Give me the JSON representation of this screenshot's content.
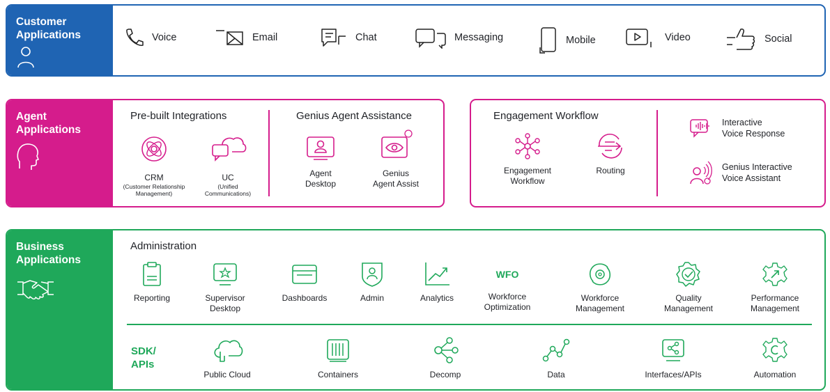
{
  "customer": {
    "title": "Customer\nApplications",
    "channels": [
      {
        "label": "Voice",
        "icon": "phone-icon"
      },
      {
        "label": "Email",
        "icon": "email-icon"
      },
      {
        "label": "Chat",
        "icon": "chat-icon"
      },
      {
        "label": "Messaging",
        "icon": "messaging-icon"
      },
      {
        "label": "Mobile",
        "icon": "mobile-icon"
      },
      {
        "label": "Video",
        "icon": "video-icon"
      },
      {
        "label": "Social",
        "icon": "thumbs-up-icon"
      }
    ]
  },
  "agent": {
    "title": "Agent\nApplications",
    "prebuilt": {
      "title": "Pre-built Integrations",
      "items": [
        {
          "label": "CRM",
          "sub": "(Customer Relationship\nManagement)",
          "icon": "crm-icon"
        },
        {
          "label": "UC",
          "sub": "(Unified\nCommunications)",
          "icon": "cloud-chat-icon"
        }
      ]
    },
    "assistance": {
      "title": "Genius Agent Assistance",
      "items": [
        {
          "label": "Agent\nDesktop",
          "icon": "agent-desktop-icon"
        },
        {
          "label": "Genius\nAgent Assist",
          "icon": "eye-screen-icon"
        }
      ]
    },
    "workflow": {
      "title": "Engagement Workflow",
      "items": [
        {
          "label": "Engagement\nWorkflow",
          "icon": "network-icon"
        },
        {
          "label": "Routing",
          "icon": "routing-icon"
        }
      ]
    },
    "ivr": [
      {
        "label": "Interactive\nVoice Response",
        "icon": "ivr-icon"
      },
      {
        "label": "Genius Interactive\nVoice Assistant",
        "icon": "voice-assistant-icon"
      }
    ]
  },
  "business": {
    "title": "Business\nApplications",
    "admin_title": "Administration",
    "admin": [
      {
        "label": "Reporting",
        "icon": "clipboard-icon"
      },
      {
        "label": "Supervisor\nDesktop",
        "icon": "supervisor-desktop-icon"
      },
      {
        "label": "Dashboards",
        "icon": "dashboard-icon"
      },
      {
        "label": "Admin",
        "icon": "admin-shield-icon"
      },
      {
        "label": "Analytics",
        "icon": "analytics-icon"
      },
      {
        "label": "Workforce\nOptimization",
        "icon": "wfo-text",
        "badge": "WFO"
      },
      {
        "label": "Workforce\nManagement",
        "icon": "gear-cycle-icon"
      },
      {
        "label": "Quality\nManagement",
        "icon": "quality-badge-icon"
      },
      {
        "label": "Performance\nManagement",
        "icon": "performance-gear-icon"
      }
    ],
    "sdk_title": "SDK/\nAPIs",
    "sdk": [
      {
        "label": "Public Cloud",
        "icon": "cloud-icon"
      },
      {
        "label": "Containers",
        "icon": "container-icon"
      },
      {
        "label": "Decomp",
        "icon": "decomp-icon"
      },
      {
        "label": "Data",
        "icon": "data-icon"
      },
      {
        "label": "Interfaces/APIs",
        "icon": "interfaces-icon"
      },
      {
        "label": "Automation",
        "icon": "automation-gear-icon"
      }
    ]
  },
  "colors": {
    "customer": "#1f64b3",
    "agent": "#d51c8c",
    "business": "#1fa85a"
  }
}
